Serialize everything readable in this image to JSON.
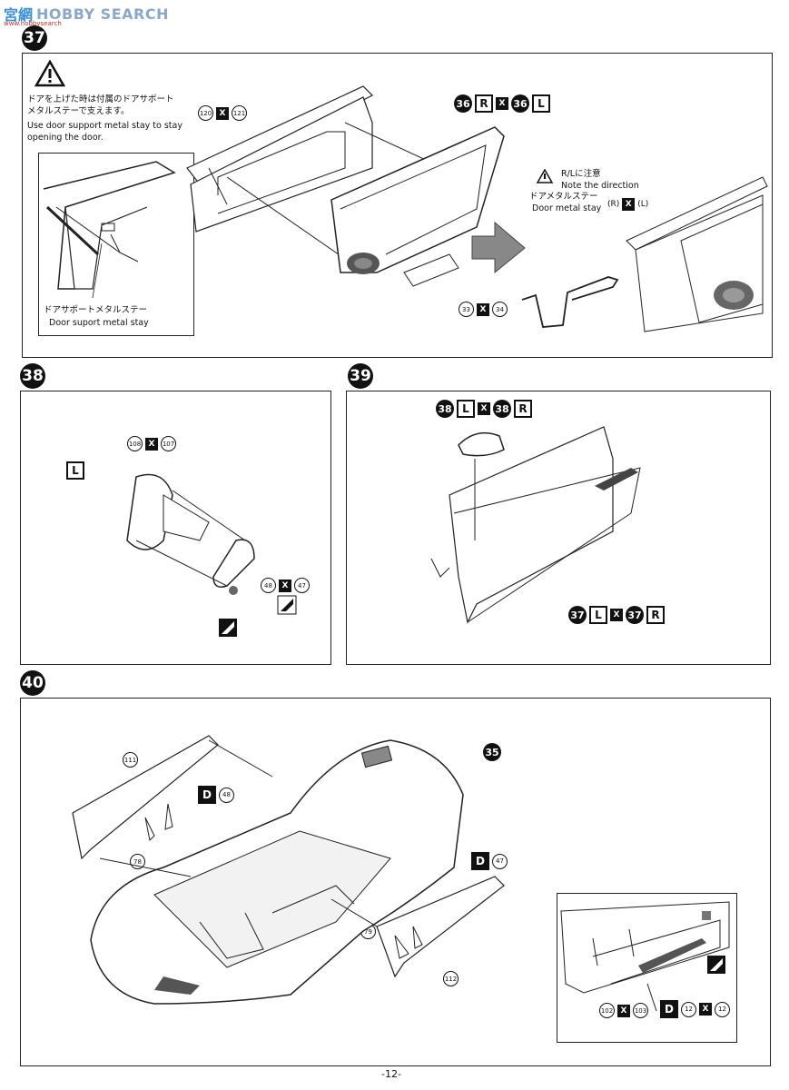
{
  "watermark": {
    "text": "HOBBY SEARCH",
    "prefix": "宮網",
    "url": "www.hobbysearch"
  },
  "page_number": "-12-",
  "step37": {
    "badge": "37",
    "caution_jp_1": "ドアを上げた時は付属のドアサポート",
    "caution_jp_2": "メタルステーで支えます。",
    "caution_en_1": "Use door support metal stay to stay",
    "caution_en_2": "opening the door.",
    "parts_top": [
      "120",
      "121"
    ],
    "callout_jp": "ドアサポートメタルステー",
    "callout_en": "Door suport metal stay",
    "door_label": [
      "36",
      "R",
      "36",
      "L"
    ],
    "rl_jp": "R/Lに注意",
    "rl_en": "Note the direction",
    "metal_jp": "ドアメタルステー",
    "metal_en": "Door metal stay",
    "metal_r": "(R)",
    "metal_l": "(L)",
    "parts_bottom": [
      "33",
      "34"
    ]
  },
  "step38": {
    "badge": "38",
    "side": "L",
    "parts_top": [
      "108",
      "107"
    ],
    "parts_mid": [
      "48",
      "47"
    ]
  },
  "step39": {
    "badge": "39",
    "parts_top": [
      "38",
      "L",
      "38",
      "R"
    ],
    "parts_bottom": [
      "37",
      "L",
      "37",
      "R"
    ]
  },
  "step40": {
    "badge": "40",
    "p111": "111",
    "p78": "78",
    "p35": "35",
    "d48": [
      "D",
      "48"
    ],
    "d47": [
      "D",
      "47"
    ],
    "p79": "79",
    "p112": "112",
    "inset_parts": [
      "102",
      "103"
    ],
    "inset_d": [
      "D",
      "12",
      "12"
    ]
  },
  "x_symbol": "X"
}
